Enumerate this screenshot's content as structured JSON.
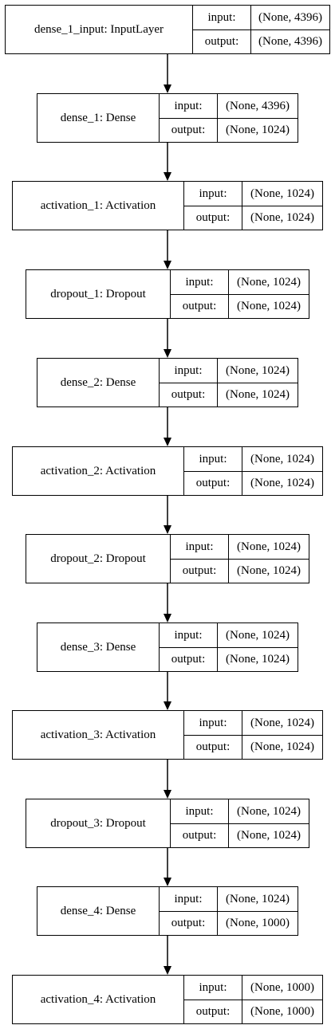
{
  "layers": [
    {
      "name": "dense_1_input: InputLayer",
      "input_label": "input:",
      "input_shape": "(None, 4396)",
      "output_label": "output:",
      "output_shape": "(None, 4396)"
    },
    {
      "name": "dense_1: Dense",
      "input_label": "input:",
      "input_shape": "(None, 4396)",
      "output_label": "output:",
      "output_shape": "(None, 1024)"
    },
    {
      "name": "activation_1: Activation",
      "input_label": "input:",
      "input_shape": "(None, 1024)",
      "output_label": "output:",
      "output_shape": "(None, 1024)"
    },
    {
      "name": "dropout_1: Dropout",
      "input_label": "input:",
      "input_shape": "(None, 1024)",
      "output_label": "output:",
      "output_shape": "(None, 1024)"
    },
    {
      "name": "dense_2: Dense",
      "input_label": "input:",
      "input_shape": "(None, 1024)",
      "output_label": "output:",
      "output_shape": "(None, 1024)"
    },
    {
      "name": "activation_2: Activation",
      "input_label": "input:",
      "input_shape": "(None, 1024)",
      "output_label": "output:",
      "output_shape": "(None, 1024)"
    },
    {
      "name": "dropout_2: Dropout",
      "input_label": "input:",
      "input_shape": "(None, 1024)",
      "output_label": "output:",
      "output_shape": "(None, 1024)"
    },
    {
      "name": "dense_3: Dense",
      "input_label": "input:",
      "input_shape": "(None, 1024)",
      "output_label": "output:",
      "output_shape": "(None, 1024)"
    },
    {
      "name": "activation_3: Activation",
      "input_label": "input:",
      "input_shape": "(None, 1024)",
      "output_label": "output:",
      "output_shape": "(None, 1024)"
    },
    {
      "name": "dropout_3: Dropout",
      "input_label": "input:",
      "input_shape": "(None, 1024)",
      "output_label": "output:",
      "output_shape": "(None, 1024)"
    },
    {
      "name": "dense_4: Dense",
      "input_label": "input:",
      "input_shape": "(None, 1024)",
      "output_label": "output:",
      "output_shape": "(None, 1000)"
    },
    {
      "name": "activation_4: Activation",
      "input_label": "input:",
      "input_shape": "(None, 1000)",
      "output_label": "output:",
      "output_shape": "(None, 1000)"
    }
  ]
}
